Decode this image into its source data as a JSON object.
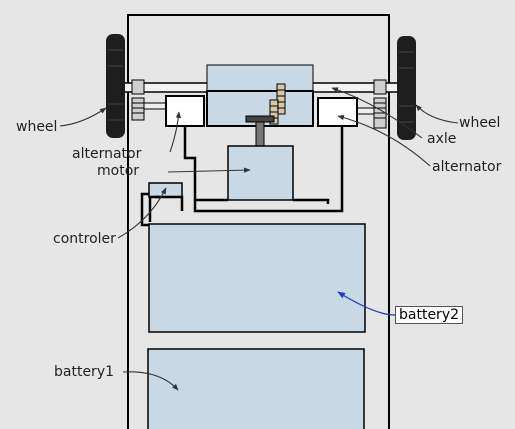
{
  "labels": {
    "wheel_left": "wheel",
    "wheel_right": "wheel",
    "axle": "axle",
    "alternator_left": "alternator",
    "motor": "motor",
    "alternator_right": "alternator",
    "controler": "controler",
    "battery2": "battery2",
    "battery1": "battery1"
  },
  "colors": {
    "background": "#e6e6e6",
    "component_fill": "#c8d8e4",
    "line": "#000000",
    "leader": "#333333",
    "selected_leader": "#1f3fbf"
  }
}
